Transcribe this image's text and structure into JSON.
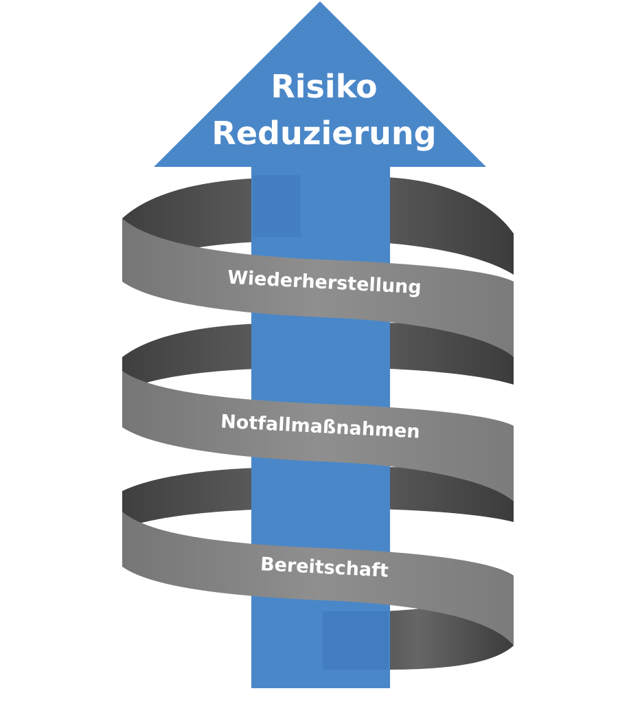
{
  "title": {
    "line1": "Risiko",
    "line2": "Reduzierung"
  },
  "bands": [
    {
      "label": "Wiederherstellung"
    },
    {
      "label": "Notfallmaßnahmen"
    },
    {
      "label": "Bereitschaft"
    }
  ],
  "colors": {
    "arrow": "#4a87c8",
    "arrow_inner": "#3d77bf",
    "band_front": "#8b8b8b",
    "band_dark": "#4a4a4a",
    "band_back": "#5c5c5c",
    "label_text": "#ffffff"
  }
}
